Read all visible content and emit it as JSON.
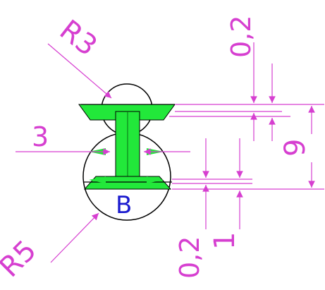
{
  "drawing": {
    "colors": {
      "background": "#ffffff",
      "dimension": "#d63fd0",
      "part": "#22e83a",
      "outline": "#000000",
      "label": "#1b1bcf"
    },
    "dimensions": {
      "radius_top": "R3",
      "radius_bottom": "R5",
      "width_left": "3",
      "gap_top": "0,2",
      "gap_bottom": "0,2",
      "height_right": "9",
      "step_bottom": "1"
    },
    "section_label": "B"
  }
}
